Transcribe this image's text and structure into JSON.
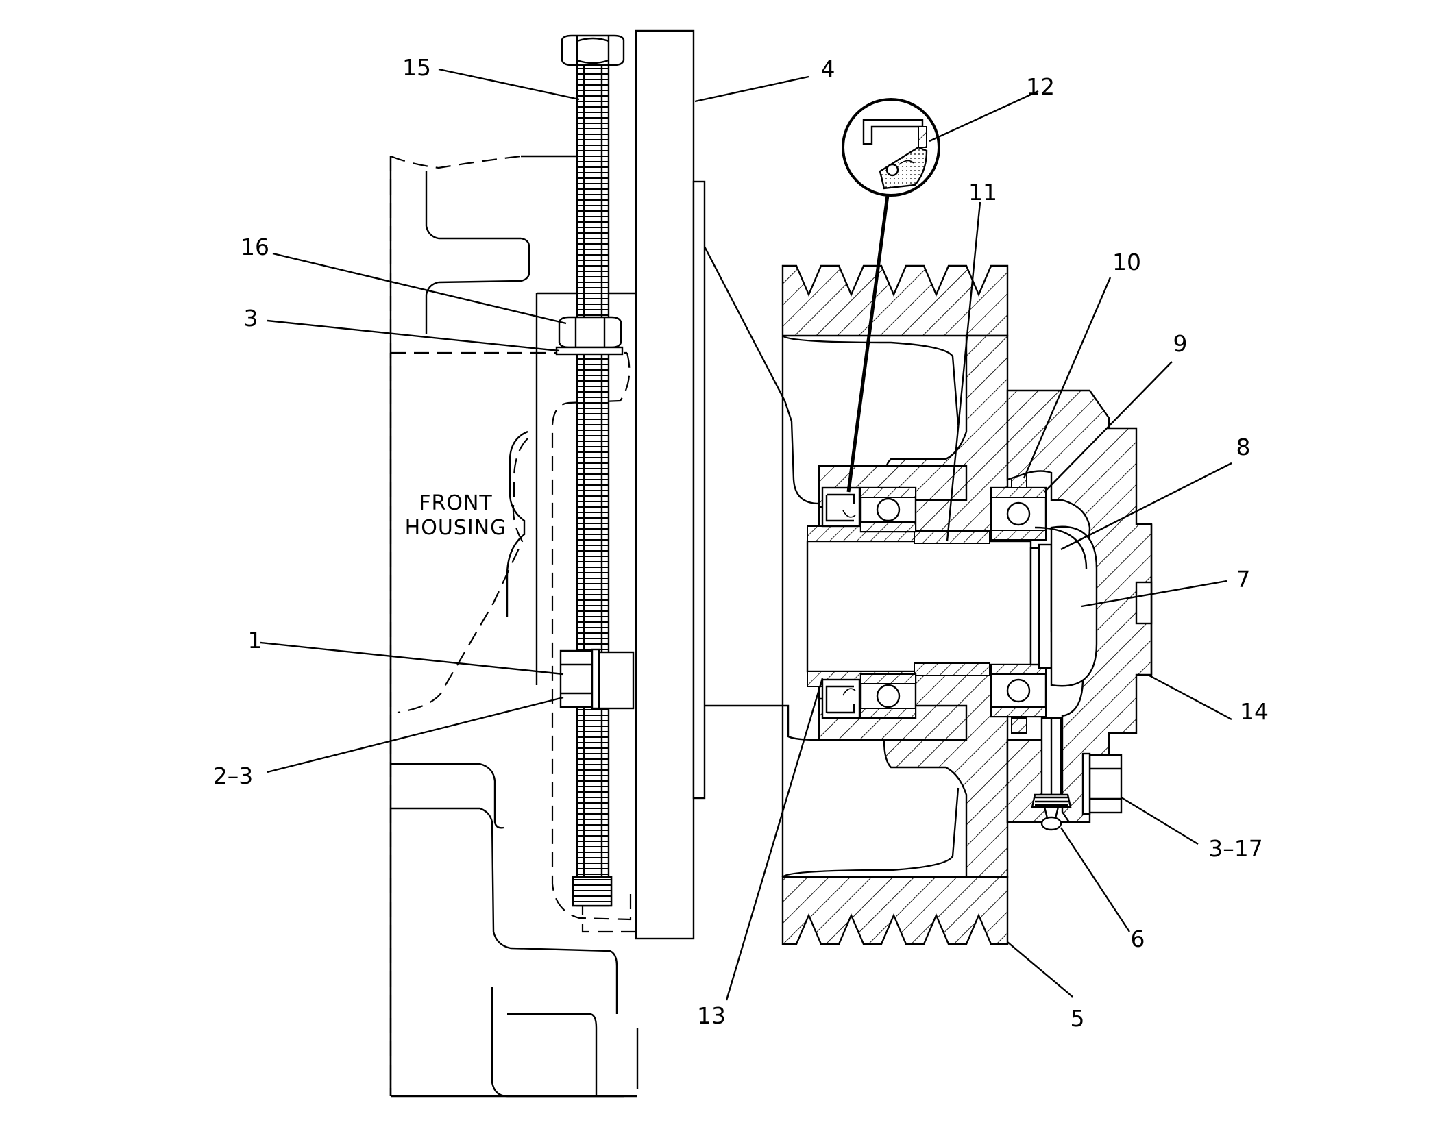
{
  "diagram": {
    "housing_label_line1": "FRONT",
    "housing_label_line2": "HOUSING",
    "callouts": {
      "c1": "1",
      "c2_3": "2–3",
      "c3": "3",
      "c3_17": "3–17",
      "c4": "4",
      "c5": "5",
      "c6": "6",
      "c7": "7",
      "c8": "8",
      "c9": "9",
      "c10": "10",
      "c11": "11",
      "c12": "12",
      "c13": "13",
      "c14": "14",
      "c15": "15",
      "c16": "16"
    }
  }
}
